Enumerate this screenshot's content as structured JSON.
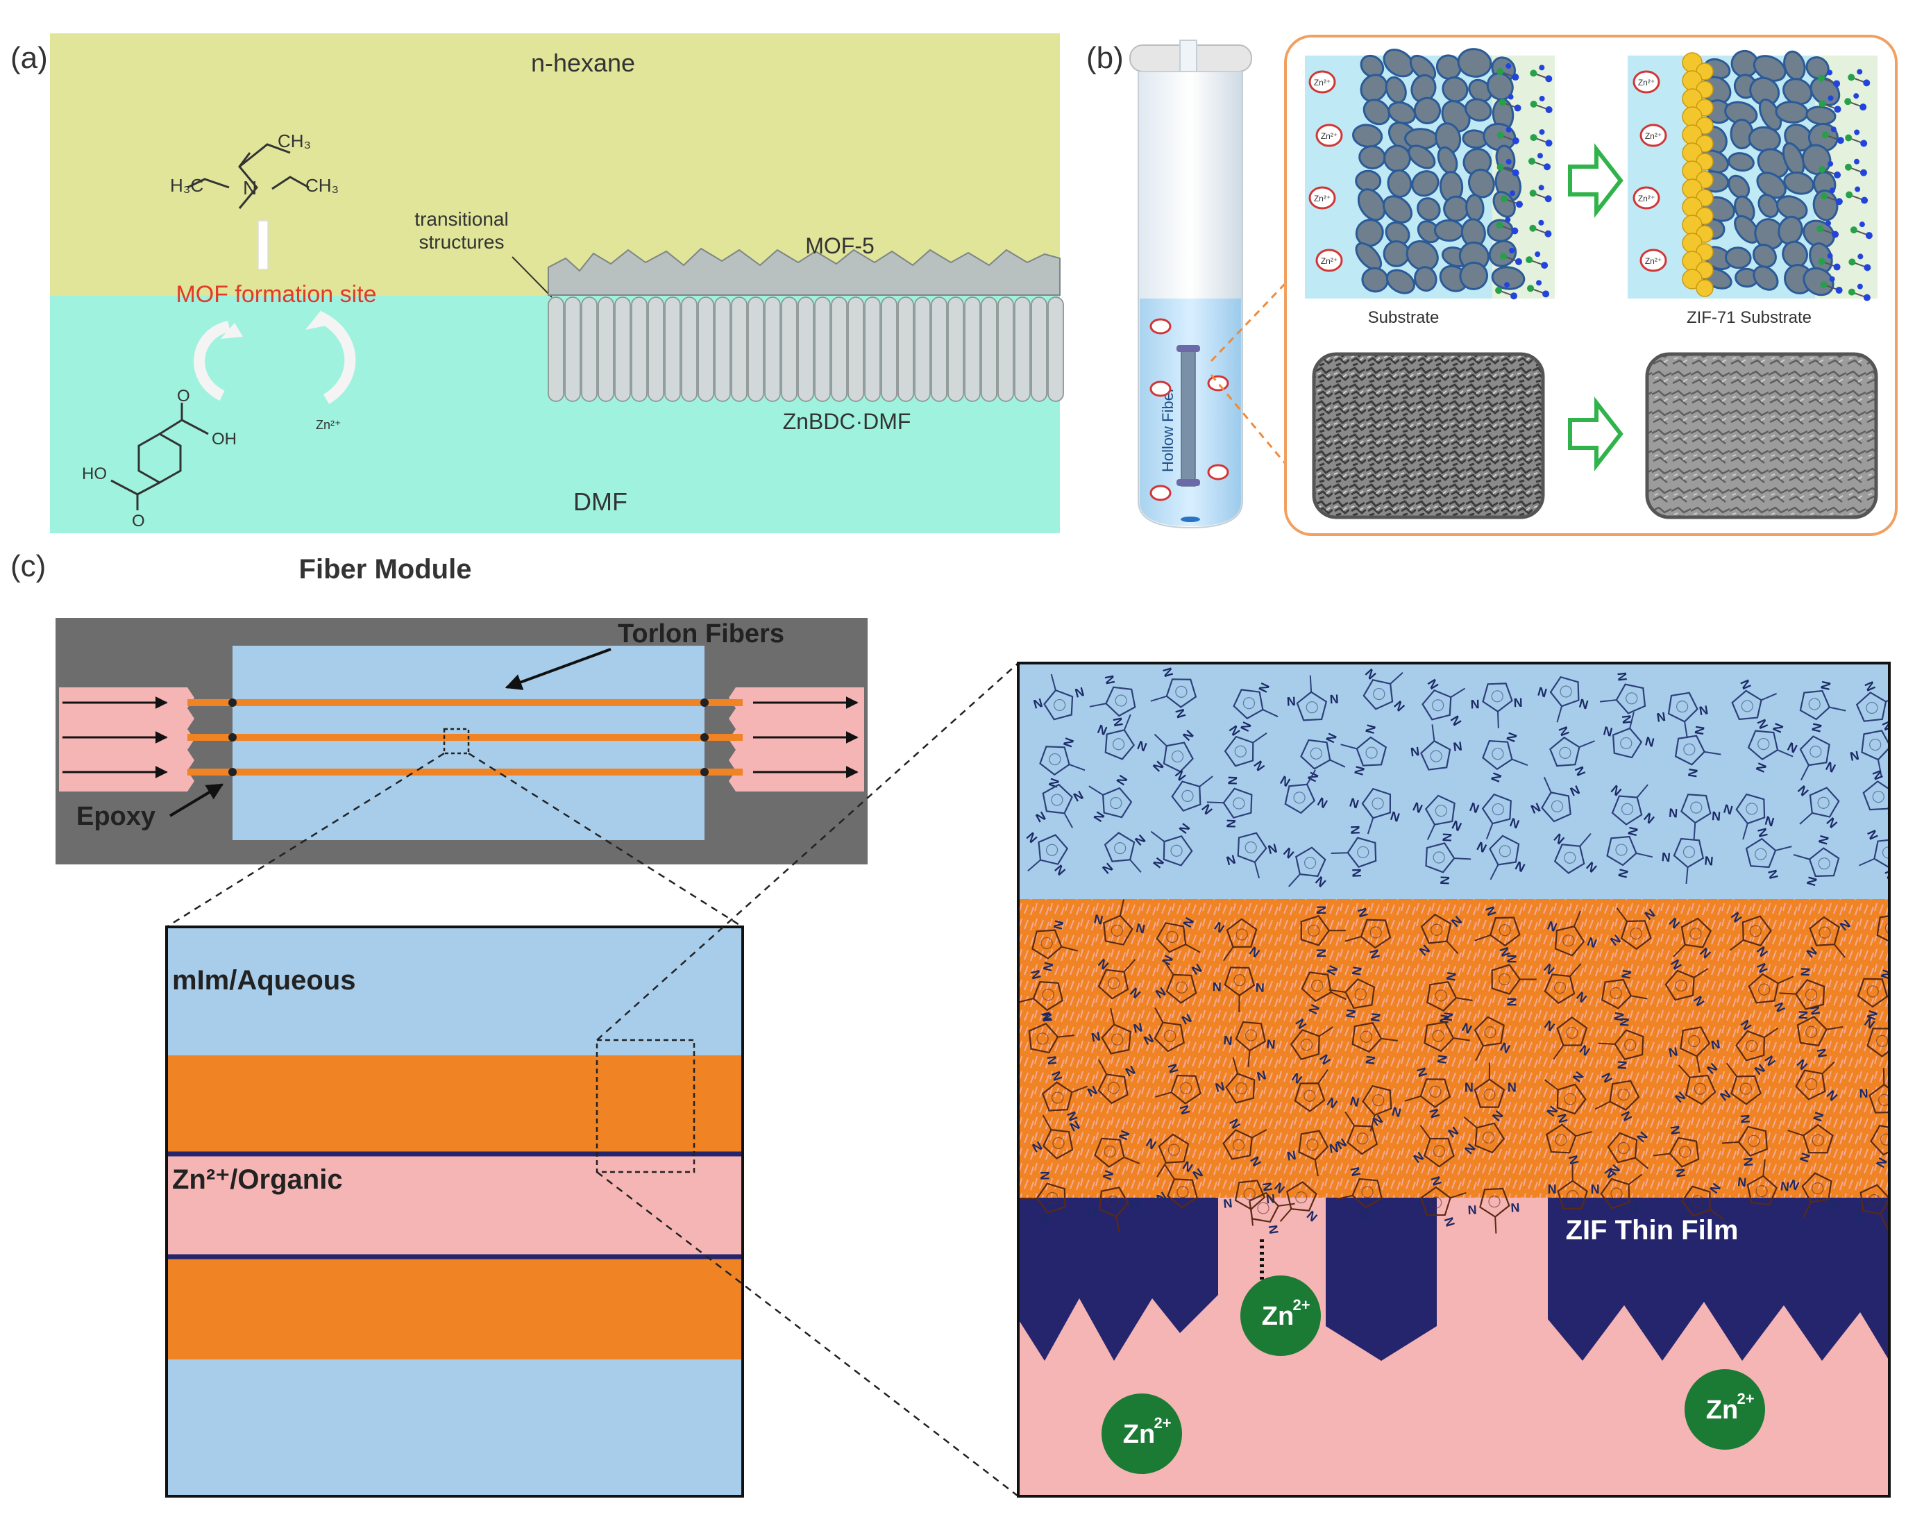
{
  "panel_a": {
    "label": "(a)",
    "top_solvent": "n-hexane",
    "bottom_solvent": "DMF",
    "formation_site": "MOF formation site",
    "transitional": [
      "transitional",
      "structures"
    ],
    "mof5": "MOF-5",
    "znbdc": "ZnBDC·DMF",
    "zn_ion": "Zn²⁺",
    "amine_ch3_top": "CH₃",
    "amine_h3c_left": "H₃C",
    "amine_ch3_right": "CH₃",
    "amine_n": "N",
    "acid_ho": "HO",
    "acid_oh": "OH",
    "acid_o_top": "O",
    "acid_o_bottom": "O"
  },
  "panel_b": {
    "label": "(b)",
    "hollow_fiber": "Hollow Fiber",
    "substrate": "Substrate",
    "zif71_substrate": "ZIF-71 Substrate",
    "zn_small": "Zn²⁺"
  },
  "panel_c": {
    "label": "(c)",
    "fiber_module": "Fiber Module",
    "torlon_fibers": "Torlon Fibers",
    "epoxy": "Epoxy",
    "mim_aqueous": "mIm/Aqueous",
    "zn_organic": "Zn²⁺/Organic",
    "zif_thin_film": "ZIF Thin Film",
    "zn_base": "Zn",
    "zn_charge": "2+",
    "ring_n": "N"
  },
  "colors": {
    "hexane": "#e0e59a",
    "dmf": "#9ff3de",
    "light_blue": "#a8cdeb",
    "orange": "#f08323",
    "pink": "#f6b5b5",
    "navy": "#24256d",
    "zn_green": "#1b7a34",
    "frame_orange": "#f0a060",
    "formation_red": "#e03a2a"
  }
}
